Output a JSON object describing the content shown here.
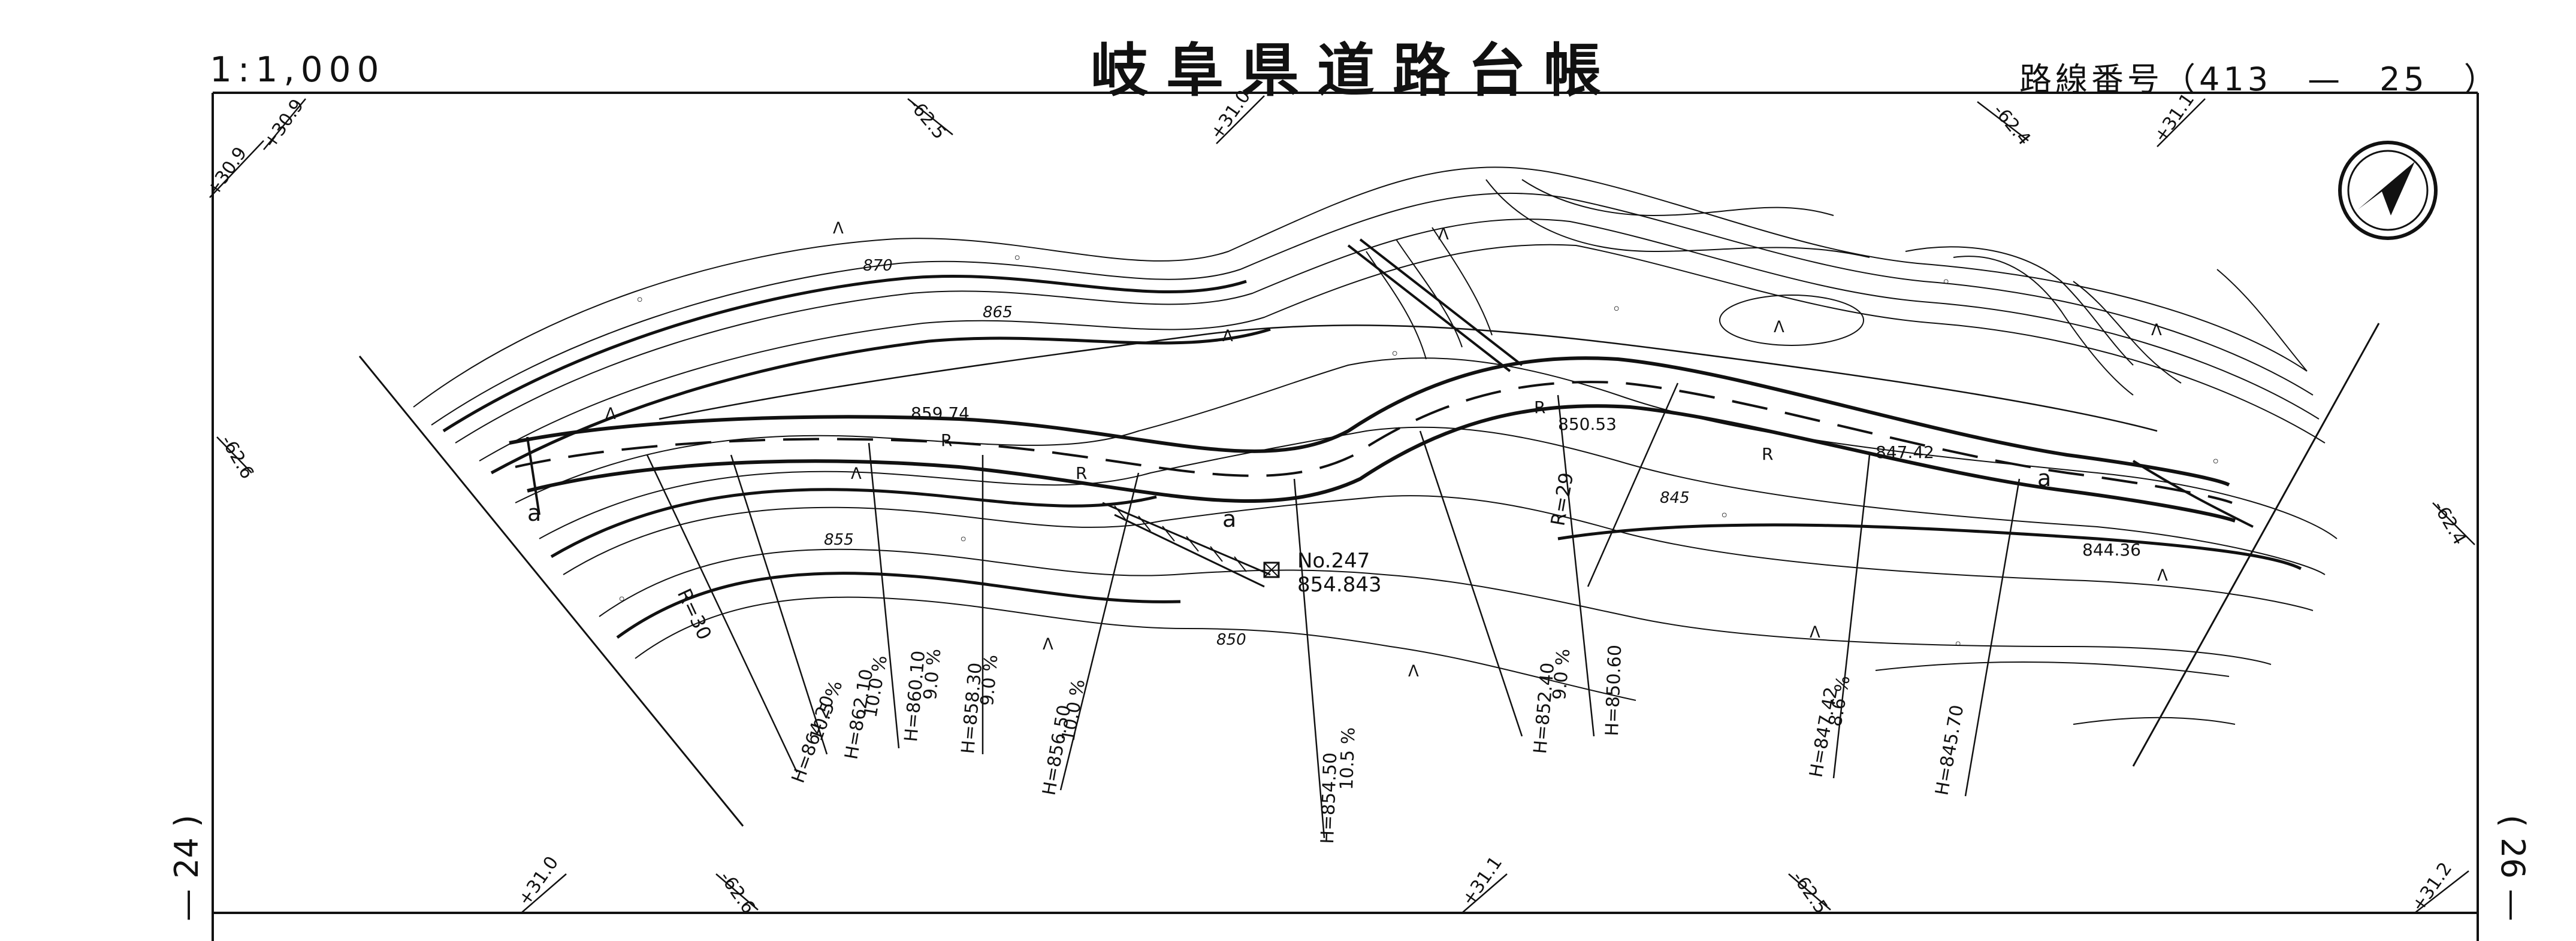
{
  "header": {
    "scale": "1:1,000",
    "title": "岐阜県道路台帳",
    "route_label": "路線番号（413　—　25　）"
  },
  "side_labels": {
    "left": "— 24 )",
    "right": "( 26 —"
  },
  "grid_labels": {
    "top": [
      "+30.9",
      "+30.9",
      "-62.5",
      "+31.0",
      "-62.4",
      "+31.1"
    ],
    "left": "-62.6",
    "right": "-62.4",
    "bottom": [
      "+31.0",
      "-62.6",
      "+31.1",
      "-62.5",
      "+31.2"
    ]
  },
  "contours": [
    "870",
    "865",
    "855",
    "850",
    "845"
  ],
  "elevations": {
    "e1": "859.74",
    "e2": "850.53",
    "e3": "847.42",
    "e4": "844.36",
    "benchmark_no": "No.247",
    "benchmark_h": "854.843"
  },
  "radius_labels": [
    "R=30",
    "R=29"
  ],
  "section_labels": [
    {
      "h": "H=864.20",
      "g": "10.5 %"
    },
    {
      "h": "H=862.10",
      "g": "10.0 %"
    },
    {
      "h": "H=860.10",
      "g": "9.0 %"
    },
    {
      "h": "H=858.30",
      "g": "9.0 %"
    },
    {
      "h": "H=856.50",
      "g": "10.0 %"
    },
    {
      "h": "H=854.50",
      "g": "10.5 %"
    },
    {
      "h": "H=852.40",
      "g": "9.0 %"
    },
    {
      "h": "H=850.60",
      "g": ""
    },
    {
      "h": "H=847.42",
      "g": "8.6 %"
    },
    {
      "h": "H=845.70",
      "g": ""
    }
  ],
  "marks": {
    "road": "a",
    "curve": "R"
  },
  "icons": {
    "north": "north-arrow-icon"
  }
}
